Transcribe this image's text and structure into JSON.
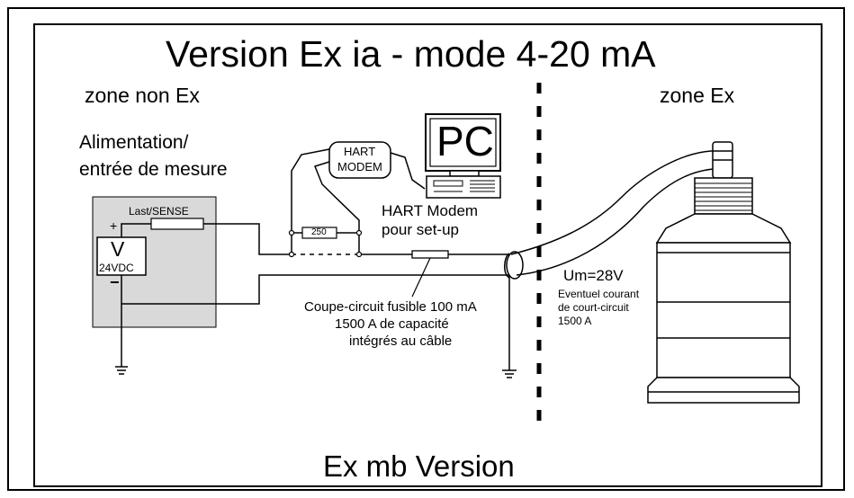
{
  "title": "Version Ex ia - mode 4-20 mA",
  "footer": "Ex mb Version",
  "zones": {
    "non_ex": "zone non Ex",
    "ex": "zone Ex"
  },
  "power_supply": {
    "label_line1": "Alimentation/",
    "label_line2": "entrée de mesure",
    "resistor_label": "Last/SENSE",
    "voltmeter_symbol": "V",
    "voltage": "24VDC",
    "plus": "+",
    "minus": "−"
  },
  "hart": {
    "modem_line1": "HART",
    "modem_line2": "MODEM",
    "pc_label": "PC",
    "resistor_value": "250",
    "setup_line1": "HART Modem",
    "setup_line2": "pour set-up"
  },
  "fuse_note": {
    "line1": "Coupe-circuit fusible 100 mA",
    "line2": "1500 A de capacité",
    "line3": "intégrés au câble"
  },
  "sensor": {
    "voltage": "Um=28V",
    "note_line1": "Eventuel courant",
    "note_line2": "de court-circuit",
    "note_line3": "1500 A"
  },
  "colors": {
    "power_box": "#d9d9d9",
    "line": "#000000",
    "background": "#ffffff"
  }
}
